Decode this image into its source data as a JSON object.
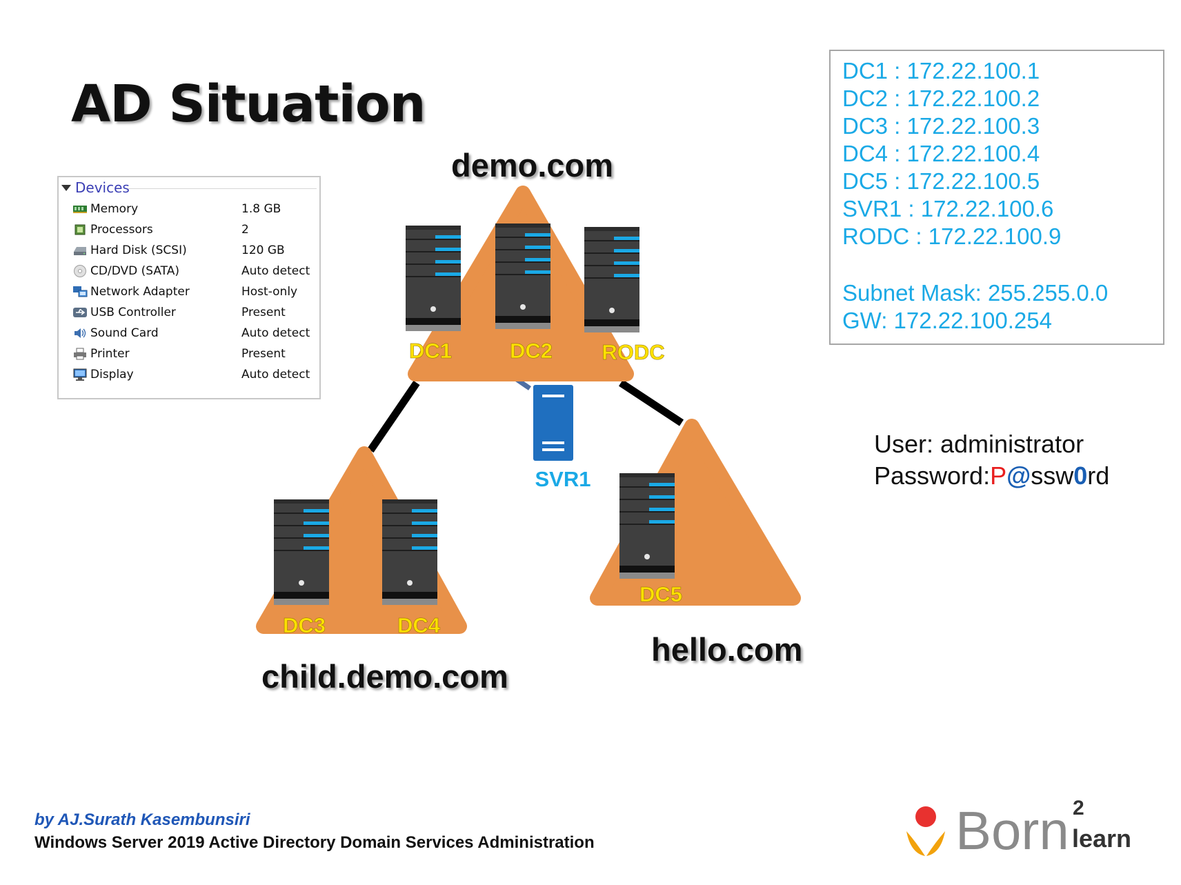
{
  "title": "AD Situation",
  "domains": {
    "root": "demo.com",
    "child": "child.demo.com",
    "other": "hello.com"
  },
  "servers": {
    "dc1": "DC1",
    "dc2": "DC2",
    "rodc": "RODC",
    "dc3": "DC3",
    "dc4": "DC4",
    "dc5": "DC5",
    "svr1": "SVR1"
  },
  "devices": {
    "header": "Devices",
    "items": [
      {
        "name": "Memory",
        "value": "1.8 GB",
        "icon": "memory-icon"
      },
      {
        "name": "Processors",
        "value": "2",
        "icon": "processor-icon"
      },
      {
        "name": "Hard Disk (SCSI)",
        "value": "120 GB",
        "icon": "hard-disk-icon"
      },
      {
        "name": "CD/DVD (SATA)",
        "value": "Auto detect",
        "icon": "cd-dvd-icon"
      },
      {
        "name": "Network Adapter",
        "value": "Host-only",
        "icon": "network-adapter-icon"
      },
      {
        "name": "USB Controller",
        "value": "Present",
        "icon": "usb-icon"
      },
      {
        "name": "Sound Card",
        "value": "Auto detect",
        "icon": "sound-card-icon"
      },
      {
        "name": "Printer",
        "value": "Present",
        "icon": "printer-icon"
      },
      {
        "name": "Display",
        "value": "Auto detect",
        "icon": "display-icon"
      }
    ]
  },
  "ip_list": {
    "lines": [
      "DC1 : 172.22.100.1",
      "DC2 : 172.22.100.2",
      "DC3 : 172.22.100.3",
      "DC4 : 172.22.100.4",
      "DC5 : 172.22.100.5",
      "SVR1 : 172.22.100.6",
      "RODC : 172.22.100.9"
    ],
    "subnet": "Subnet Mask: 255.255.0.0",
    "gateway": "GW: 172.22.100.254"
  },
  "credentials": {
    "user": "User: administrator",
    "password_label": "Password:",
    "password_parts": [
      "P",
      "@",
      "ssw",
      "0",
      "rd"
    ]
  },
  "footer": {
    "author": "by AJ.Surath Kasembunsiri",
    "course": "Windows Server 2019 Active Directory Domain Services Administration"
  },
  "logo": {
    "word": "Born",
    "superscript": "2",
    "subword": "learn"
  },
  "colors": {
    "triangle": "#e89149",
    "server_body": "#3f3f3f",
    "server_accent": "#1aa9e6",
    "label_yellow": "#ffe100",
    "ip_text": "#1aa9e6",
    "svr1_blue": "#1f6fbf"
  }
}
